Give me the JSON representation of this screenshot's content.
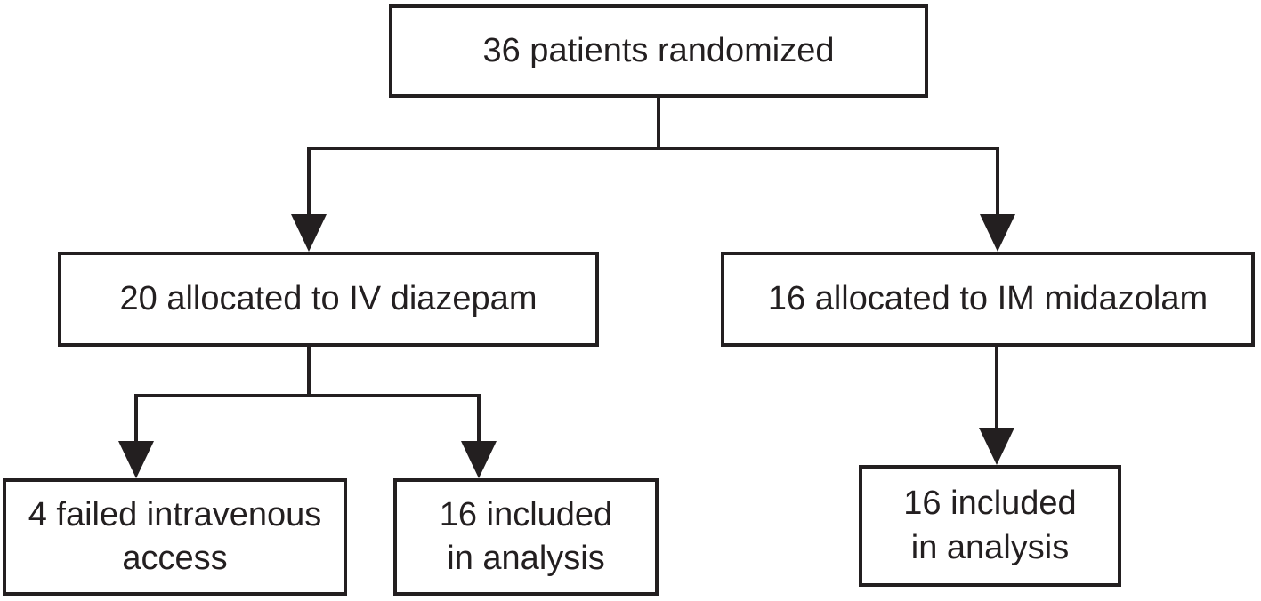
{
  "diagram": {
    "type": "flowchart",
    "description": "CONSORT-style patient randomization flow diagram",
    "ink_color": "#231f20",
    "background_color": "#ffffff",
    "nodes": {
      "randomized": {
        "label": "36 patients randomized"
      },
      "iv": {
        "label": "20 allocated to IV diazepam"
      },
      "im": {
        "label": "16 allocated to IM midazolam"
      },
      "failed": {
        "label": "4 failed intravenous\naccess"
      },
      "iv_analysis": {
        "label": "16 included\nin analysis"
      },
      "im_analysis": {
        "label": "16 included\nin analysis"
      }
    },
    "edges": [
      {
        "from": "randomized",
        "to": "iv"
      },
      {
        "from": "randomized",
        "to": "im"
      },
      {
        "from": "iv",
        "to": "failed"
      },
      {
        "from": "iv",
        "to": "iv_analysis"
      },
      {
        "from": "im",
        "to": "im_analysis"
      }
    ]
  }
}
